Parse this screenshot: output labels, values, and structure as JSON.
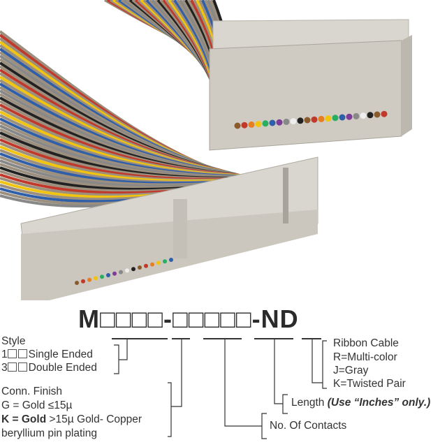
{
  "part_number": "M□□□□-□□□□□-ND",
  "style": {
    "title": "Style",
    "opt1_prefix": "1",
    "opt1_label": "Single Ended",
    "opt3_prefix": "3",
    "opt3_label": "Double Ended"
  },
  "finish": {
    "title": "Conn. Finish",
    "g": "G = Gold ≤15µ",
    "k_bold": "K = Gold",
    "k_rest": " >15µ Gold- Copper",
    "k_line2": "beryllium pin plating"
  },
  "cable": {
    "title": "Ribbon Cable",
    "r": "R=Multi-color",
    "j": "J=Gray",
    "k": "K=Twisted Pair"
  },
  "length": {
    "label": "Length ",
    "note": "(Use “Inches” only.)"
  },
  "contacts": {
    "label": "No. Of Contacts"
  },
  "colors": {
    "connector": "#d9d6cf",
    "cable": [
      "#8b5a2b",
      "#c0392b",
      "#e67e22",
      "#f1c40f",
      "#27ae60",
      "#2e5fa8",
      "#7d3c98",
      "#888888",
      "#eeeeee",
      "#222222"
    ]
  }
}
